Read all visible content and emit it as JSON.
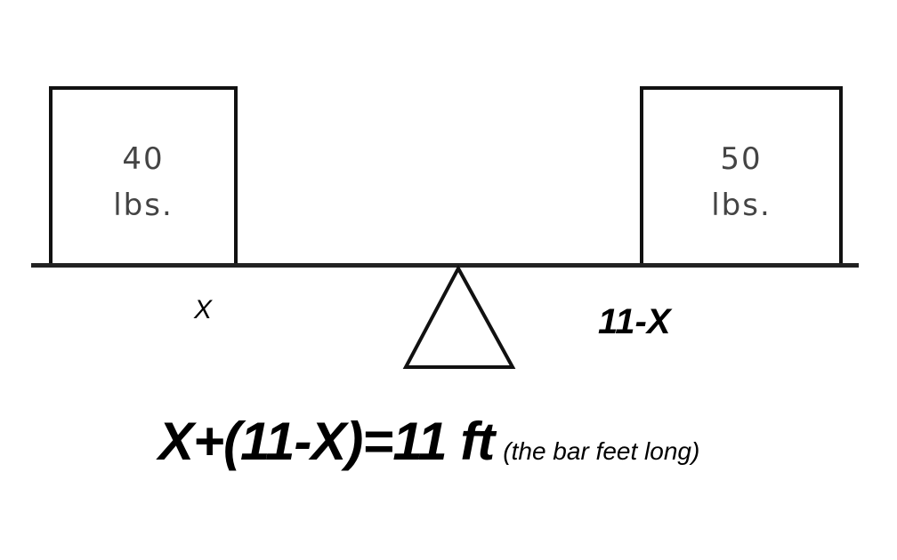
{
  "left_weight": {
    "value": "40",
    "unit": "lbs."
  },
  "right_weight": {
    "value": "50",
    "unit": "lbs."
  },
  "left_distance_label": "X",
  "right_distance_label": "11-X",
  "equation": "X+(11-X)=11 ft",
  "equation_note": "(the bar feet long)"
}
